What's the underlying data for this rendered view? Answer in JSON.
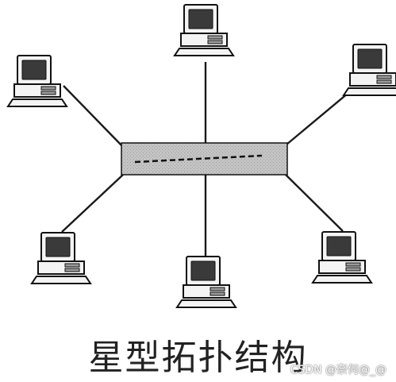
{
  "diagram": {
    "title": "星型拓扑结构",
    "hub": {
      "name": "central-hub"
    },
    "computers": [
      {
        "id": "pc-top"
      },
      {
        "id": "pc-top-left"
      },
      {
        "id": "pc-top-right"
      },
      {
        "id": "pc-bottom-left"
      },
      {
        "id": "pc-bottom-center"
      },
      {
        "id": "pc-bottom-right"
      }
    ]
  },
  "watermark": "CSDN @奈何@_@",
  "colors": {
    "line": "#1a1a1a",
    "hub_fill": "#bdbdbd",
    "screen": "#3a3a3a",
    "outline": "#111111"
  }
}
